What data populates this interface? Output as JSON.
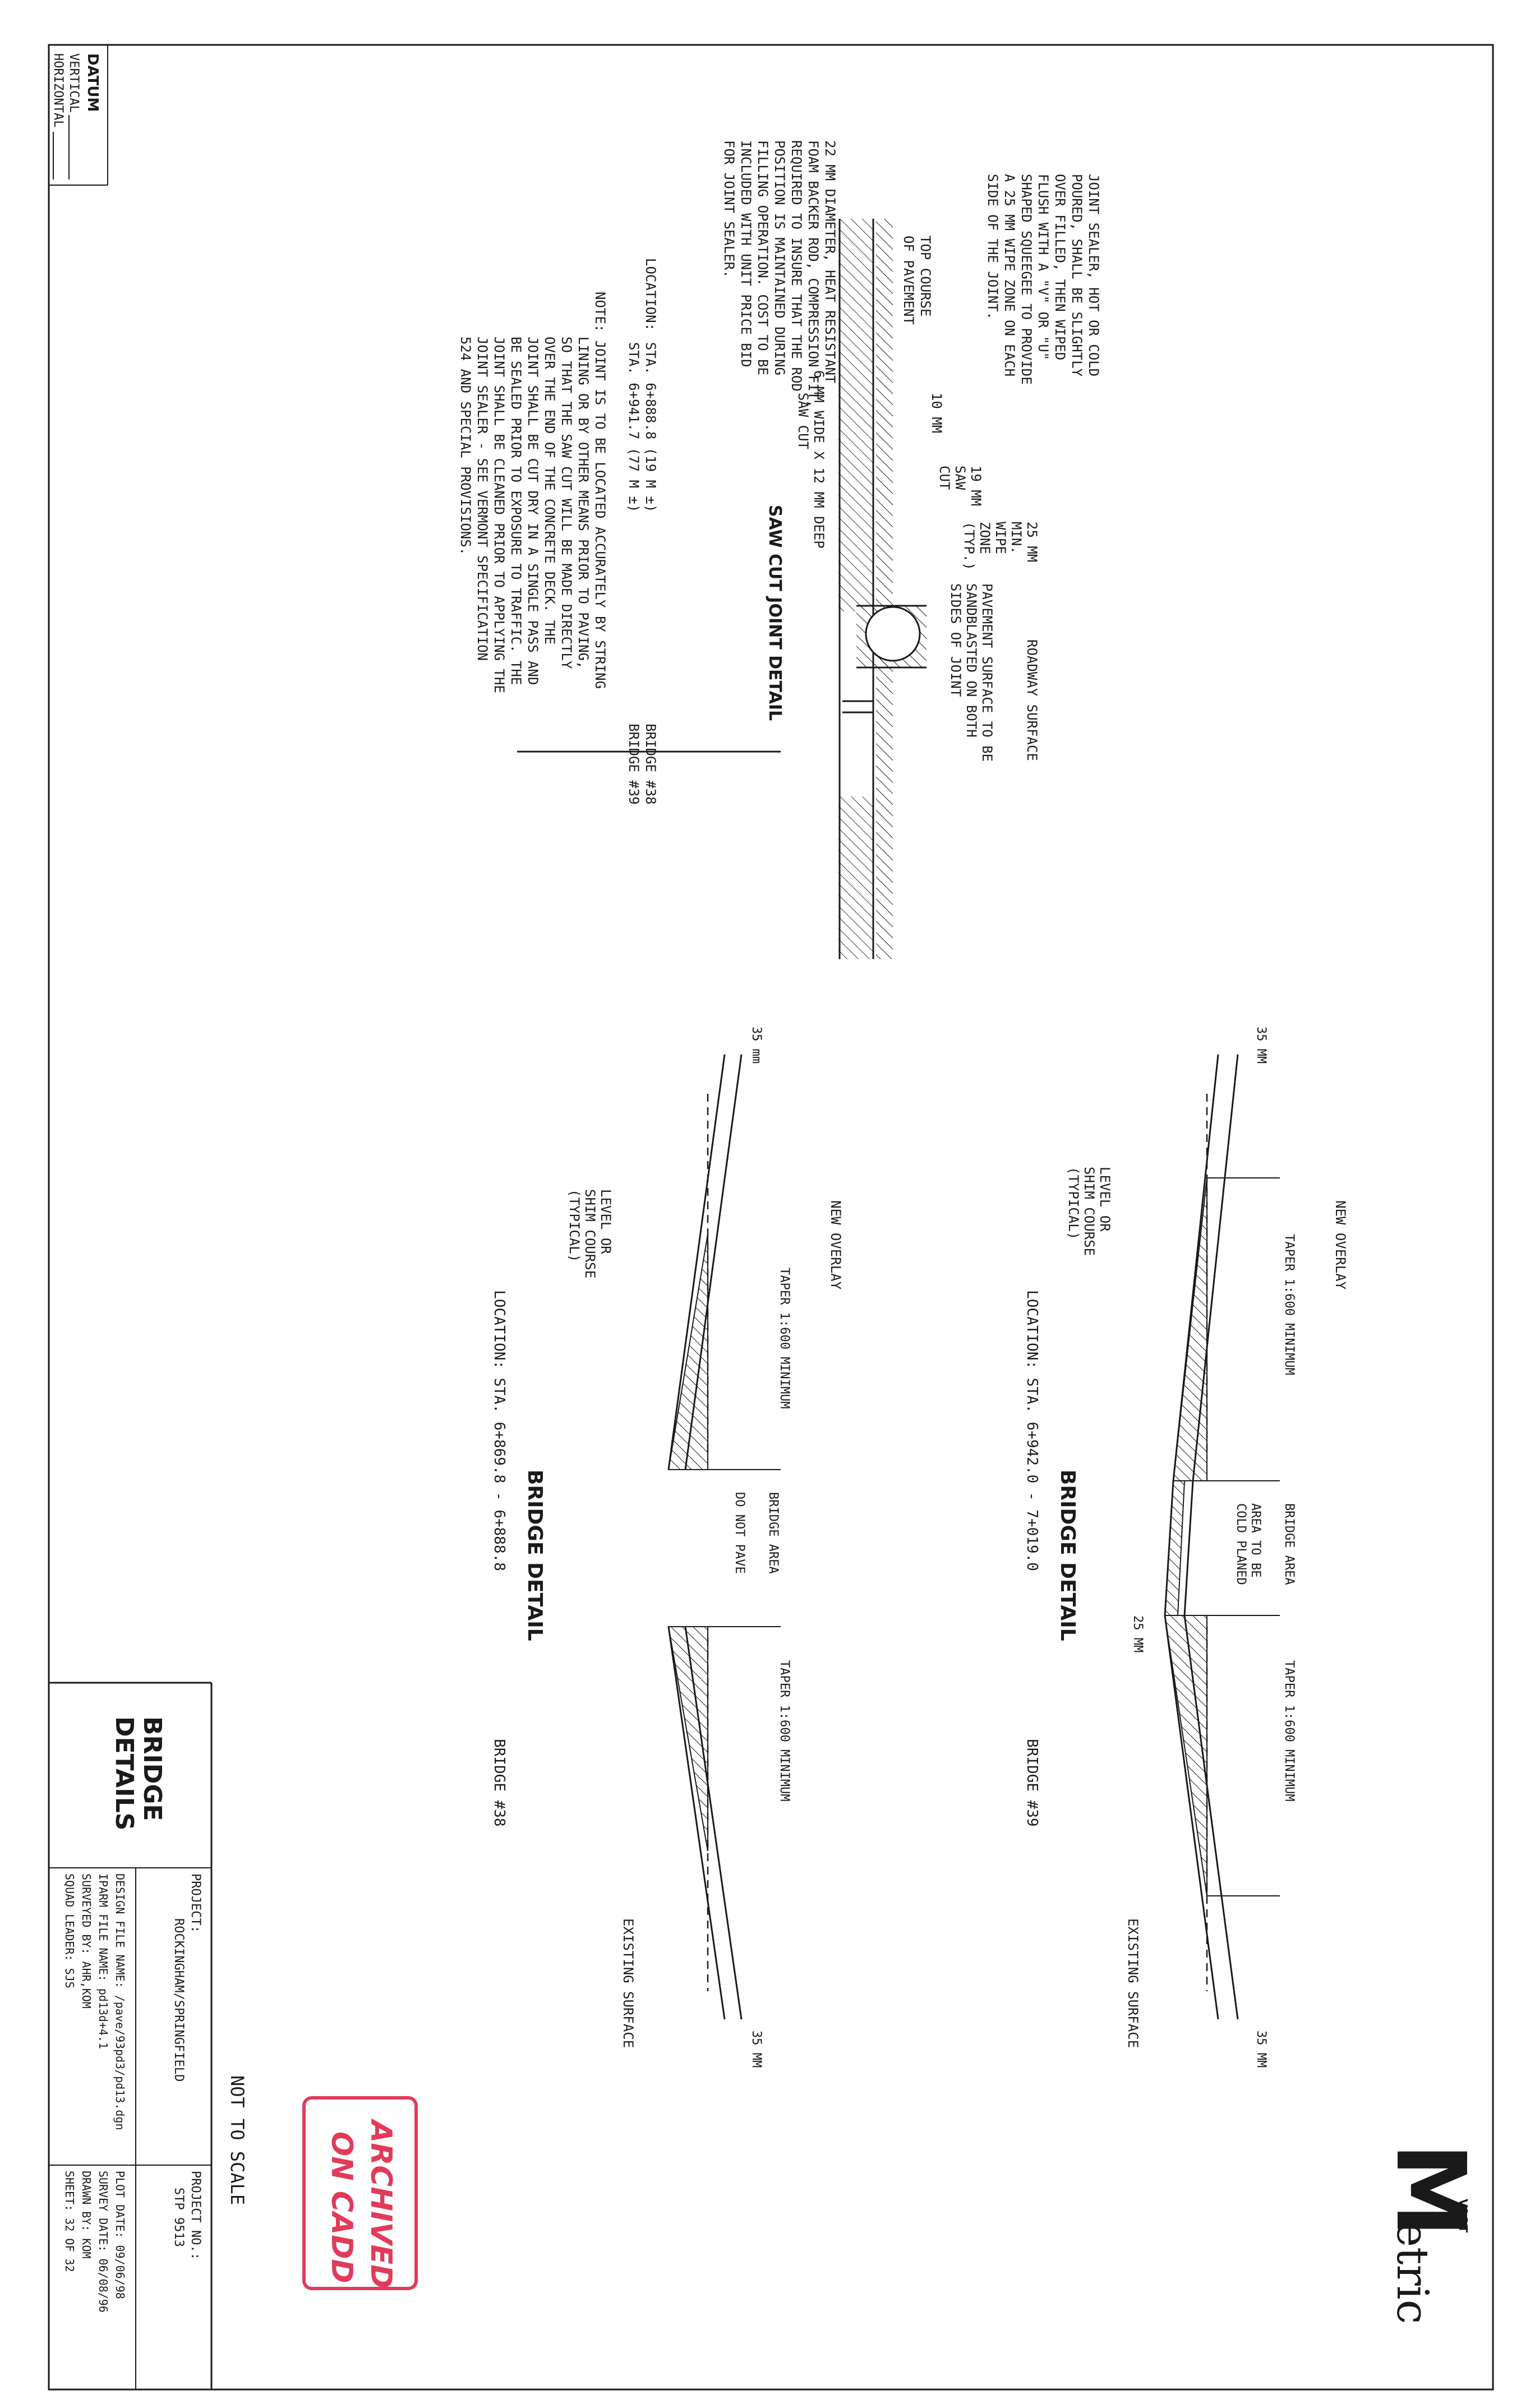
{
  "datum": {
    "title": "DATUM",
    "vertical": "VERTICAL",
    "horizontal": "HORIZONTAL"
  },
  "saw_cut_joint": {
    "title": "SAW CUT JOINT DETAIL",
    "joint_sealer_note": [
      "JOINT SEALER, HOT OR COLD",
      "POURED, SHALL BE SLIGHTLY",
      "OVER FILLED, THEN WIPED",
      "FLUSH WITH A \"V\" OR \"U\"",
      "SHAPED SQUEEGEE TO PROVIDE",
      "A 25 MM WIPE ZONE ON EACH",
      "SIDE OF THE JOINT."
    ],
    "backer_rod_note": [
      "22 MM DIAMETER, HEAT RESISTANT",
      "FOAM BACKER ROD, COMPRESSION FIT,",
      "REQUIRED TO INSURE THAT THE ROD",
      "POSITION IS MAINTAINED DURING",
      "FILLING OPERATION. COST TO BE",
      "INCLUDED WITH UNIT PRICE BID",
      "FOR JOINT SEALER."
    ],
    "top_course": [
      "TOP COURSE",
      "OF PAVEMENT"
    ],
    "dim_10mm": "10 MM",
    "dim_19mm": [
      "19 MM",
      "SAW",
      "CUT"
    ],
    "dim_25mm": [
      "25 MM",
      "MIN.",
      "WIPE",
      "ZONE",
      "(TYP.)"
    ],
    "roadway_surface": "ROADWAY SURFACE",
    "pavement_surface": [
      "PAVEMENT SURFACE TO BE",
      "SANDBLASTED ON BOTH",
      "SIDES OF JOINT"
    ],
    "saw_cut_label": [
      "6 MM WIDE X 12 MM DEEP",
      "SAW CUT"
    ],
    "location_label": "LOCATION:",
    "location_1": "STA. 6+888.8 (19 M ±)",
    "location_2": "STA. 6+941.7 (77 M ±)",
    "bridge_1": "BRIDGE #38",
    "bridge_2": "BRIDGE #39",
    "note": [
      "NOTE: JOINT IS TO BE LOCATED ACCURATELY BY STRING",
      "LINING OR BY OTHER MEANS PRIOR TO PAVING,",
      "SO THAT THE SAW CUT WILL BE MADE DIRECTLY",
      "OVER THE END OF THE CONCRETE DECK. THE",
      "JOINT SHALL BE CUT DRY IN A SINGLE PASS AND",
      "BE SEALED PRIOR TO EXPOSURE TO TRAFFIC. THE",
      "JOINT SHALL BE CLEANED PRIOR TO APPLYING THE",
      "JOINT SEALER - SEE VERMONT SPECIFICATION",
      "524 AND SPECIAL PROVISIONS."
    ]
  },
  "bridge_detail_39": {
    "title": "BRIDGE DETAIL",
    "location": "LOCATION: STA. 6+942.0 - 7+019.0",
    "bridge": "BRIDGE #39",
    "new_overlay": "NEW OVERLAY",
    "level_shim": [
      "LEVEL OR",
      "SHIM COURSE",
      "(TYPICAL)"
    ],
    "taper_left": "TAPER 1:600 MINIMUM",
    "taper_right": "TAPER 1:600 MINIMUM",
    "area_planed": [
      "AREA TO BE",
      "COLD PLANED"
    ],
    "bridge_area": "BRIDGE AREA",
    "dim_25": "25 MM",
    "dim_35_left": "35 MM",
    "dim_35_right": "35 MM",
    "existing_surface": "EXISTING SURFACE"
  },
  "bridge_detail_38": {
    "title": "BRIDGE DETAIL",
    "location": "LOCATION: STA. 6+869.8 - 6+888.8",
    "bridge": "BRIDGE #38",
    "new_overlay": "NEW OVERLAY",
    "level_shim": [
      "LEVEL OR",
      "SHIM COURSE",
      "(TYPICAL)"
    ],
    "taper_left": "TAPER 1:600 MINIMUM",
    "taper_right": "TAPER 1:600 MINIMUM",
    "do_not_pave": "DO NOT PAVE",
    "bridge_area": "BRIDGE AREA",
    "dim_35_left": "35 mm",
    "dim_35_right": "35 MM",
    "existing_surface": "EXISTING SURFACE"
  },
  "not_to_scale": "NOT TO SCALE",
  "stamp": [
    "ARCHIVED",
    "ON CADD"
  ],
  "logo": {
    "mark": "M",
    "small": "VAOT",
    "word": "etric"
  },
  "title_block": {
    "sheet_title": [
      "BRIDGE",
      "DETAILS"
    ],
    "project_label": "PROJECT:",
    "project_name": "ROCKINGHAM/SPRINGFIELD",
    "design_file": "DESIGN FILE NAME: /pave/93pd3/pd13.dgn",
    "parm_file": "IPARM FILE NAME:   pd13d+4.1",
    "surveyed_by": "SURVEYED BY: AHR,KOM",
    "squad_leader": "SQUAD LEADER: SJS",
    "project_no_label": "PROJECT NO.:",
    "project_no": "STP 9513",
    "plot_date": "PLOT DATE: 09/06/98",
    "survey_date": "SURVEY DATE: 06/08/96",
    "drawn_by": "DRAWN BY: KOM",
    "sheet": "SHEET: 32  OF  32"
  }
}
